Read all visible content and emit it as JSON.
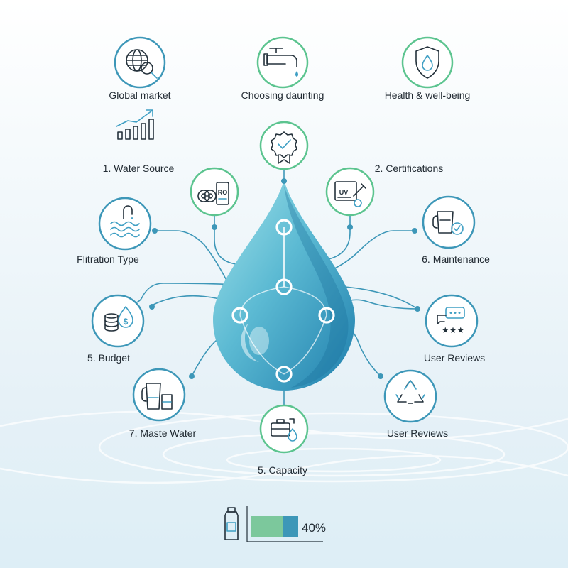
{
  "top_items": {
    "global_market": "Global market",
    "choosing_daunting": "Choosing daunting",
    "health_wellbeing": "Health & well-being"
  },
  "factors": {
    "water_source": "1. Water Source",
    "certifications": "2. Certifications",
    "filtration_type": "Flitration Type",
    "maintenance": "6. Maintenance",
    "budget": "5. Budget",
    "user_reviews_1": "User Reviews",
    "waste_water": "7. Maste Water",
    "user_reviews_2": "User Reviews",
    "capacity": "5. Capacity"
  },
  "icon_labels": {
    "ro": "RO",
    "uv": "UV"
  },
  "progress": {
    "value": 0.4,
    "label": "40%",
    "green_color": "#7cc89c",
    "blue_color": "#3d97b8"
  },
  "colors": {
    "drop_light": "#8fd8e2",
    "drop_dark": "#1f7fad",
    "ring_green": "#5cc48f",
    "ring_blue": "#3d97b8"
  }
}
